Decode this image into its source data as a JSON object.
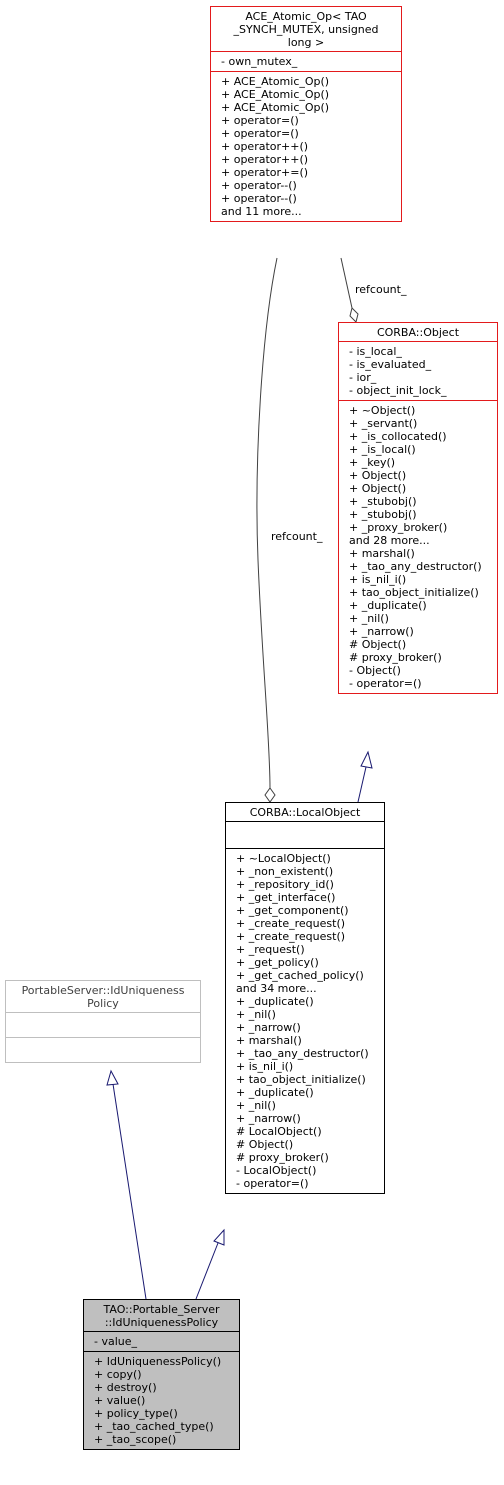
{
  "nodes": {
    "ace_atomic_op": {
      "title": [
        "ACE_Atomic_Op< TAO",
        "_SYNCH_MUTEX, unsigned",
        "long >"
      ],
      "attributes": [
        "- own_mutex_"
      ],
      "methods": [
        "+ ACE_Atomic_Op()",
        "+ ACE_Atomic_Op()",
        "+ ACE_Atomic_Op()",
        "+ operator=()",
        "+ operator=()",
        "+ operator++()",
        "+ operator++()",
        "+ operator+=()",
        "+ operator--()",
        "+ operator--()",
        "and 11 more..."
      ]
    },
    "corba_object": {
      "title": [
        "CORBA::Object"
      ],
      "attributes": [
        "- is_local_",
        "- is_evaluated_",
        "- ior_",
        "- object_init_lock_"
      ],
      "methods": [
        "+ ~Object()",
        "+ _servant()",
        "+ _is_collocated()",
        "+ _is_local()",
        "+ _key()",
        "+ Object()",
        "+ Object()",
        "+ _stubobj()",
        "+ _stubobj()",
        "+ _proxy_broker()",
        "and 28 more...",
        "+ marshal()",
        "+ _tao_any_destructor()",
        "+ is_nil_i()",
        "+ tao_object_initialize()",
        "+ _duplicate()",
        "+ _nil()",
        "+ _narrow()",
        "# Object()",
        "# proxy_broker()",
        "- Object()",
        "- operator=()"
      ]
    },
    "corba_localobject": {
      "title": [
        "CORBA::LocalObject"
      ],
      "attributes": [],
      "methods": [
        "+ ~LocalObject()",
        "+ _non_existent()",
        "+ _repository_id()",
        "+ _get_interface()",
        "+ _get_component()",
        "+ _create_request()",
        "+ _create_request()",
        "+ _request()",
        "+ _get_policy()",
        "+ _get_cached_policy()",
        "and 34 more...",
        "+ _duplicate()",
        "+ _nil()",
        "+ _narrow()",
        "+ marshal()",
        "+ _tao_any_destructor()",
        "+ is_nil_i()",
        "+ tao_object_initialize()",
        "+ _duplicate()",
        "+ _nil()",
        "+ _narrow()",
        "# LocalObject()",
        "# Object()",
        "# proxy_broker()",
        "- LocalObject()",
        "- operator=()"
      ]
    },
    "idu_policy": {
      "title": [
        "PortableServer::IdUniqueness",
        "Policy"
      ],
      "attributes": [],
      "methods": []
    },
    "tao_idu_policy": {
      "title": [
        "TAO::Portable_Server",
        "::IdUniquenessPolicy"
      ],
      "attributes": [
        "- value_"
      ],
      "methods": [
        "+ IdUniquenessPolicy()",
        "+ copy()",
        "+ destroy()",
        "+ value()",
        "+ policy_type()",
        "+ _tao_cached_type()",
        "+ _tao_scope()"
      ]
    }
  },
  "edge_labels": {
    "refcount_upper": "refcount_",
    "refcount_lower": "refcount_"
  },
  "colors": {
    "red_border": "#e31a1c",
    "gray_border": "#bfbfbf",
    "inherit_edge": "#191970",
    "focus_fill": "#bfbfbf"
  }
}
